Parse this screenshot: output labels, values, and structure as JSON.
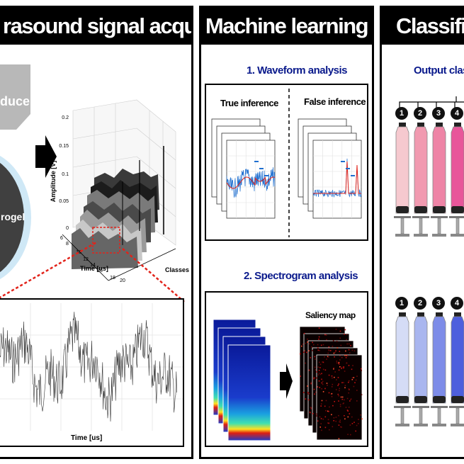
{
  "panels": {
    "acquisition": {
      "title": "rasound signal acquisition",
      "transducer_label": "ducer",
      "hydrogel_label": "rogel",
      "plot3d": {
        "z_label": "Amplitude [V]",
        "x_label": "Time [us]",
        "y_label": "Classes",
        "z_ticks": [
          "0.2",
          "0.15",
          "0.1",
          "0.05",
          "0"
        ],
        "x_ticks": [
          "6",
          "8",
          "10",
          "12",
          "14",
          "16",
          "18",
          "20"
        ]
      },
      "waveform_x_label": "Time [us]"
    },
    "ml": {
      "title": "Machine learning",
      "step1": "1. Waveform analysis",
      "true_inference": "True inference",
      "false_inference": "False inference",
      "step2": "2. Spectrogram analysis",
      "saliency_map": "Saliency map"
    },
    "classification": {
      "title": "Classificat",
      "output_classes": "Output classe",
      "top_numbers": [
        "1",
        "2",
        "3",
        "4"
      ],
      "bottom_numbers": [
        "1",
        "2",
        "3",
        "4"
      ],
      "pink_colors": [
        "#f6c9cf",
        "#f19ab0",
        "#ee84a6",
        "#e8569a"
      ],
      "blue_colors": [
        "#d5dcf6",
        "#a9b6ef",
        "#7d8ce8",
        "#4e5fdd"
      ]
    }
  },
  "colors": {
    "header_bg": "#000000",
    "subtitle": "#0a1a8c",
    "signal_blue": "#1f6fd0",
    "signal_red": "#e2231a",
    "dotted_red": "#e2231a"
  }
}
